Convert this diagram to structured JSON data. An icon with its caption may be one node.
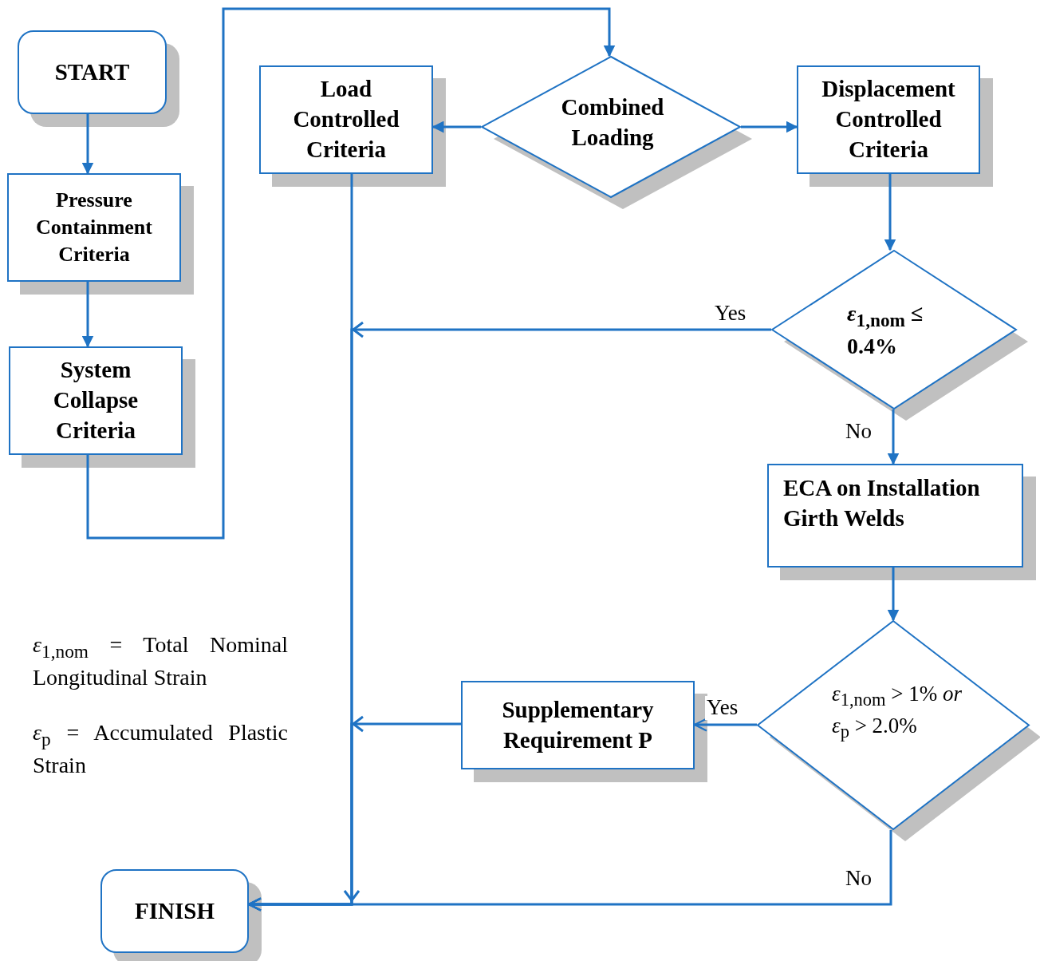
{
  "diagram": {
    "nodes": [
      {
        "text": [
          "START"
        ]
      },
      {
        "text": [
          "Pressure Containment Criteria"
        ]
      },
      {
        "text": [
          "System Collapse Criteria"
        ]
      },
      {
        "text": [
          "Load Controlled Criteria"
        ]
      },
      {
        "text": [
          "Combined Loading"
        ]
      },
      {
        "text": [
          "Displacement Controlled Criteria"
        ]
      },
      {
        "text": [
          "*ε*$_{1,nom}$ ≤ 0.4%"
        ]
      },
      {
        "text": [
          "ECA on Installation Girth Welds"
        ]
      },
      {
        "text": [
          "*ε*$_{1,nom}$ > 1% *or ε*$_{p}$ > 2.0%"
        ]
      },
      {
        "text": [
          "Supplementary Requirement P"
        ]
      },
      {
        "text": [
          "FINISH"
        ]
      }
    ],
    "edges": [
      {
        "from": 0,
        "to": 1,
        "arrow": "to"
      },
      {
        "from": 1,
        "to": 2,
        "arrow": "to"
      },
      {
        "from": 2,
        "to": 4,
        "arrow": "to"
      },
      {
        "from": 4,
        "to": 3,
        "arrow": "to"
      },
      {
        "from": 4,
        "to": 5,
        "arrow": "to"
      },
      {
        "from": 5,
        "to": 6,
        "arrow": "to"
      },
      {
        "from": 6,
        "to": 10,
        "arrow": "to",
        "label": "Yes"
      },
      {
        "from": 6,
        "to": 7,
        "arrow": "to",
        "label": "No"
      },
      {
        "from": 7,
        "to": 8,
        "arrow": "to"
      },
      {
        "from": 8,
        "to": 9,
        "arrow": "to",
        "label": "Yes"
      },
      {
        "from": 9,
        "to": 10,
        "arrow": "to"
      },
      {
        "from": 8,
        "to": 10,
        "arrow": "to",
        "label": "No"
      },
      {
        "from": 3,
        "to": 10,
        "arrow": "to"
      }
    ],
    "labels": [
      "*ε*$_{1,nom}$ = Total Nominal Longitudinal Strain",
      "*ε*$_{p}$ = Accumulated Plastic Strain"
    ]
  }
}
